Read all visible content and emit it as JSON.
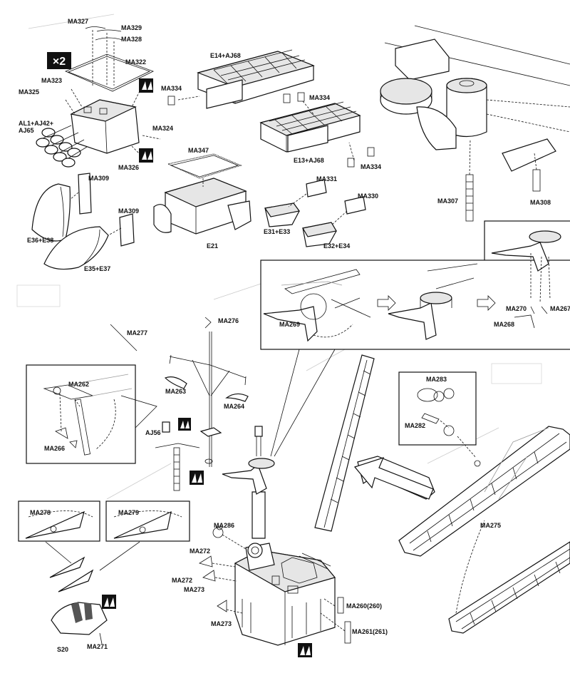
{
  "multiplier": "×2",
  "labels": {
    "ma327": "MA327",
    "ma329": "MA329",
    "ma328": "MA328",
    "ma322": "MA322",
    "ma323": "MA323",
    "ma325": "MA325",
    "ma334a": "MA334",
    "ma324": "MA324",
    "al1": "AL1+AJ42+",
    "aj65": "AJ65",
    "ma326": "MA326",
    "e14": "E14+AJ68",
    "ma334b": "MA334",
    "e13": "E13+AJ68",
    "ma334c": "MA334",
    "ma347": "MA347",
    "ma309a": "MA309",
    "ma309b": "MA309",
    "e36": "E36+E38",
    "e35": "E35+E37",
    "e21": "E21",
    "ma331": "MA331",
    "ma330": "MA330",
    "e31": "E31+E33",
    "e32": "E32+E34",
    "ma307": "MA307",
    "ma308": "MA308",
    "ma269": "MA269",
    "ma270": "MA270",
    "ma267": "MA267",
    "ma268": "MA268",
    "ma277": "MA277",
    "ma276": "MA276",
    "ma263": "MA263",
    "ma264": "MA264",
    "aj56": "AJ56",
    "ma262": "MA262",
    "ma266": "MA266",
    "ma283": "MA283",
    "ma282": "MA282",
    "ma275": "MA275",
    "ma278": "MA278",
    "ma279": "MA279",
    "ma286": "MA286",
    "ma272a": "MA272",
    "ma272b": "MA272",
    "ma273a": "MA273",
    "ma273b": "MA273",
    "ma260": "MA260(260)",
    "ma261": "MA261(261)",
    "s20": "S20",
    "ma271": "MA271"
  }
}
